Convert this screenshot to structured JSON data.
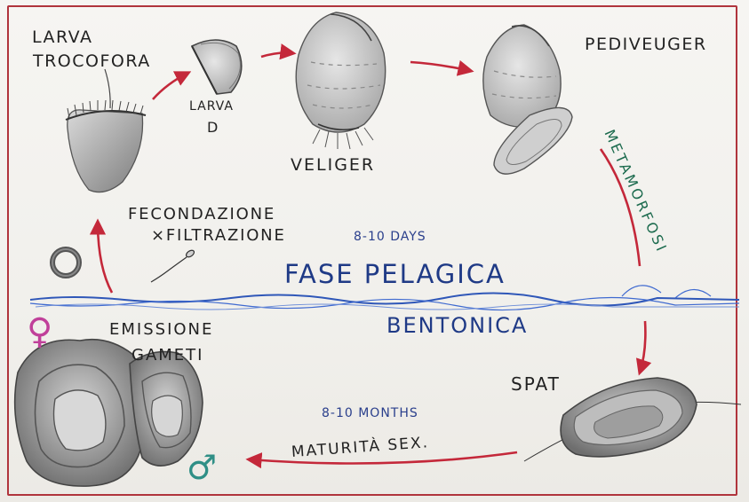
{
  "labels": {
    "larva_trocofora_line1": "LARVA",
    "larva_trocofora_line2": "TROCOFORA",
    "larva_d_line1": "LARVA",
    "larva_d_line2": "D",
    "veliger": "VELIGER",
    "pediveliger": "PEDIVEUGER",
    "fecondazione": "FECONDAZIONE",
    "filtrazione": "×FILTRAZIONE",
    "days": "8-10 DAYS",
    "fase_pelagica": "FASE PELAGICA",
    "bentonica": "BENTONICA",
    "emissione": "EMISSIONE",
    "gameti": "GAMETI",
    "spat": "SPAT",
    "months": "8-10 MONTHS",
    "maturita": "MATURITÀ SEX.",
    "metamorfosi": "METAMORFOSI"
  },
  "symbols": {
    "female": "♀",
    "male": "♂"
  },
  "colors": {
    "frame": "#b0343c",
    "arrow": "#c4283a",
    "pelagic_text": "#1f3a86",
    "metamorfosi_text": "#1c6b4e",
    "female_symbol": "#c0409a",
    "male_symbol": "#2f8f86",
    "pencil": "#555555",
    "water_line": "#2f57b8"
  }
}
